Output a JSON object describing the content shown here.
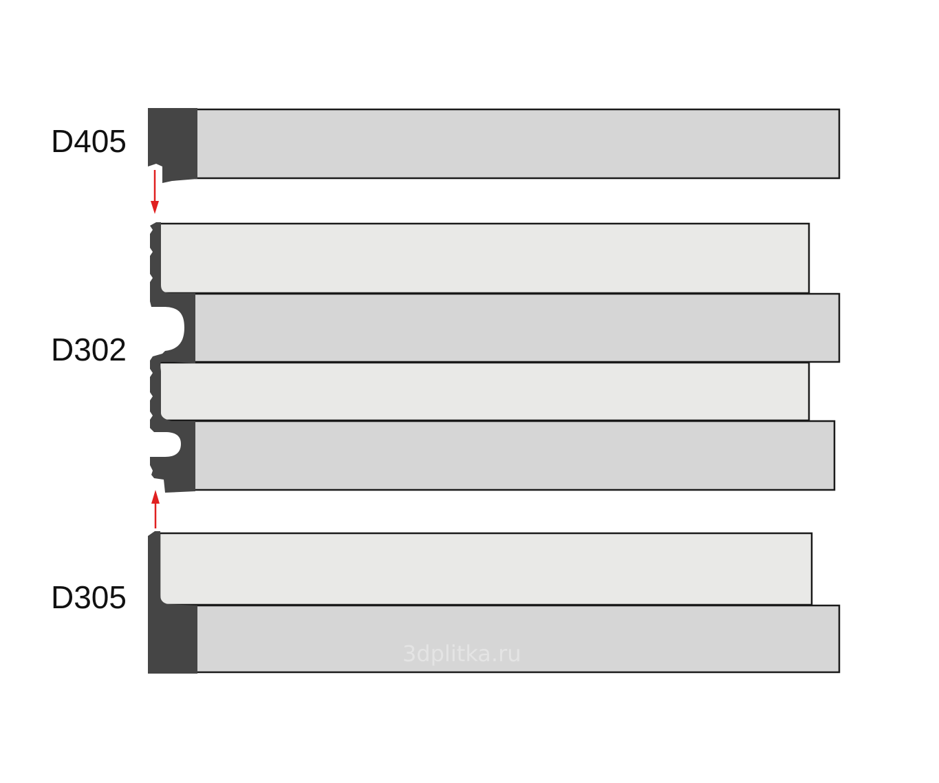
{
  "profiles": [
    {
      "label": "D405"
    },
    {
      "label": "D302"
    },
    {
      "label": "D305"
    }
  ],
  "watermark": "3dplitka.ru",
  "colors": {
    "edge": "#454545",
    "board_dark": "#d6d6d6",
    "board_light": "#e9e9e7",
    "arrow": "#e02020"
  }
}
